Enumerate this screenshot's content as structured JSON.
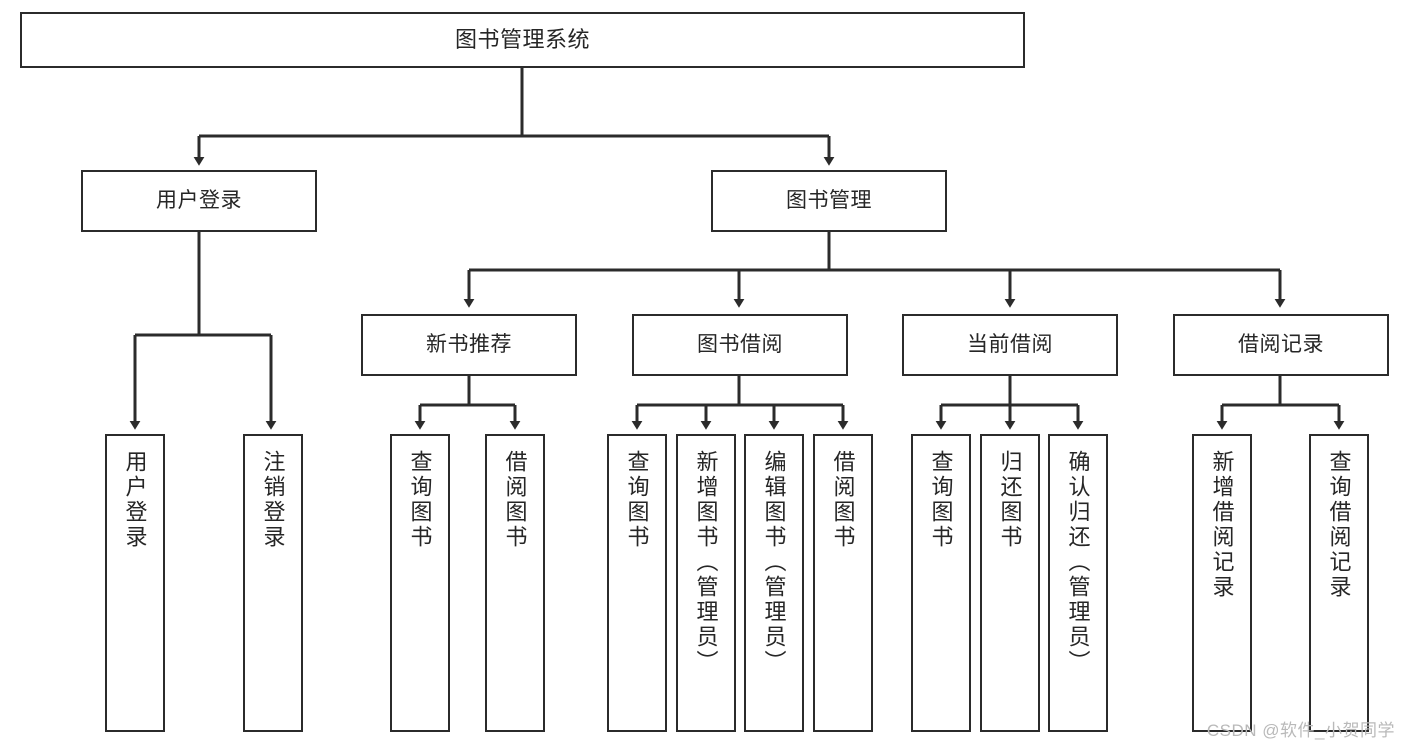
{
  "diagram": {
    "title": "图书管理系统",
    "type": "functional-structure-tree",
    "colors": {
      "stroke": "#2b2b2b",
      "fill": "#ffffff",
      "text": "#262626",
      "watermark": "#b9b9b9"
    },
    "watermark": "CSDN @软件_小贺同学"
  },
  "nodes": {
    "root": {
      "label": "图书管理系统"
    },
    "level2": [
      {
        "id": "user-login",
        "label": "用户登录"
      },
      {
        "id": "book-manage",
        "label": "图书管理"
      }
    ],
    "level3": [
      {
        "id": "new-book-recommend",
        "label": "新书推荐"
      },
      {
        "id": "book-borrow",
        "label": "图书借阅"
      },
      {
        "id": "current-borrow",
        "label": "当前借阅"
      },
      {
        "id": "borrow-record",
        "label": "借阅记录"
      }
    ],
    "leaves": {
      "user-login": [
        {
          "id": "leaf-user-login",
          "label": "用户登录"
        },
        {
          "id": "leaf-user-logout",
          "label": "注销登录"
        }
      ],
      "new-book-recommend": [
        {
          "id": "leaf-query-book-1",
          "label": "查询图书"
        },
        {
          "id": "leaf-borrow-book-1",
          "label": "借阅图书"
        }
      ],
      "book-borrow": [
        {
          "id": "leaf-query-book-2",
          "label": "查询图书"
        },
        {
          "id": "leaf-add-book-admin",
          "label": "新增图书（管理员）"
        },
        {
          "id": "leaf-edit-book-admin",
          "label": "编辑图书（管理员）"
        },
        {
          "id": "leaf-borrow-book-2",
          "label": "借阅图书"
        }
      ],
      "current-borrow": [
        {
          "id": "leaf-query-book-3",
          "label": "查询图书"
        },
        {
          "id": "leaf-return-book",
          "label": "归还图书"
        },
        {
          "id": "leaf-confirm-return-admin",
          "label": "确认归还（管理员）"
        }
      ],
      "borrow-record": [
        {
          "id": "leaf-add-borrow-record",
          "label": "新增借阅记录"
        },
        {
          "id": "leaf-query-borrow-record",
          "label": "查询借阅记录"
        }
      ]
    }
  }
}
